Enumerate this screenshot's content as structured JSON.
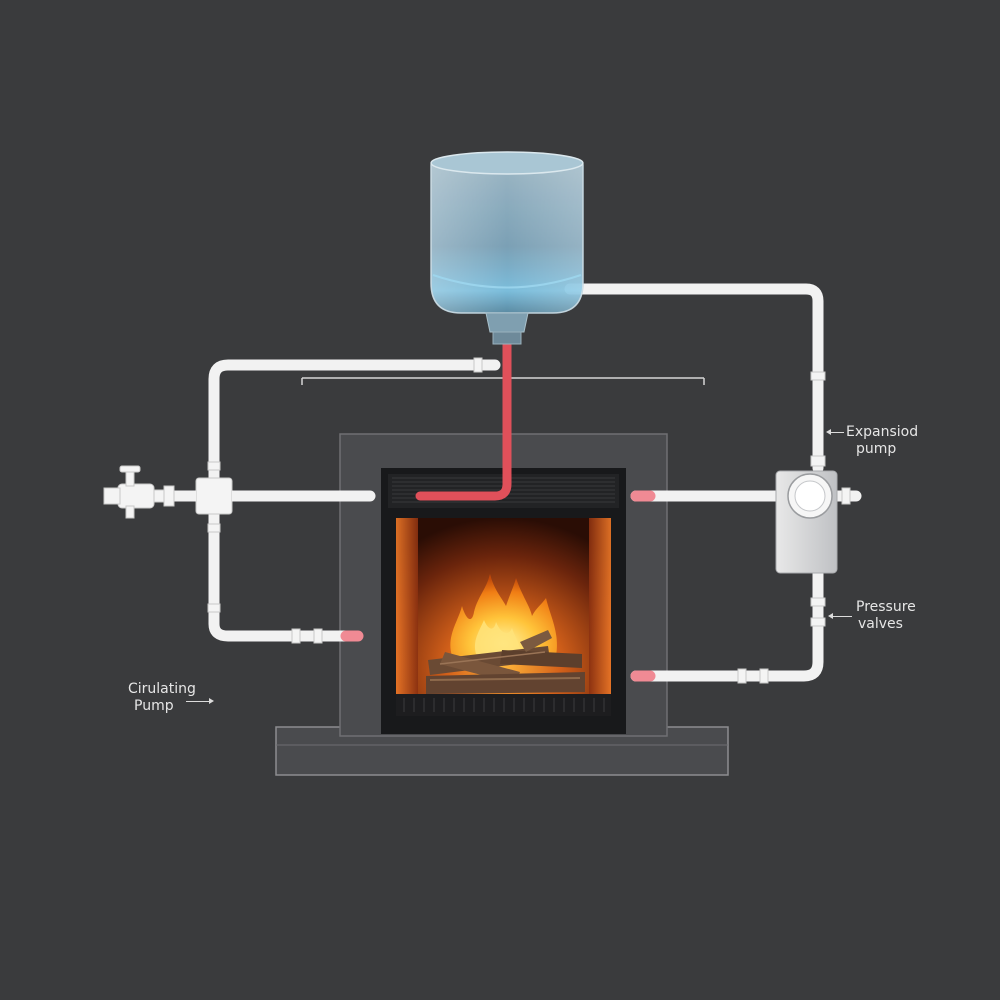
{
  "labels": {
    "expansion": {
      "line1": "Expansiod",
      "line2": "pump"
    },
    "pressure": {
      "line1": "Pressure",
      "line2": "valves"
    },
    "circulating": {
      "line1": "Cirulating",
      "line2": "Pump"
    }
  },
  "colors": {
    "background": "#3a3b3d",
    "pipe": "#f2f2f2",
    "hot_pipe": "#e0505a",
    "fireplace_surround": "#4a4b4e",
    "tank": "#8fb4c8",
    "fire": "#f5a020"
  }
}
